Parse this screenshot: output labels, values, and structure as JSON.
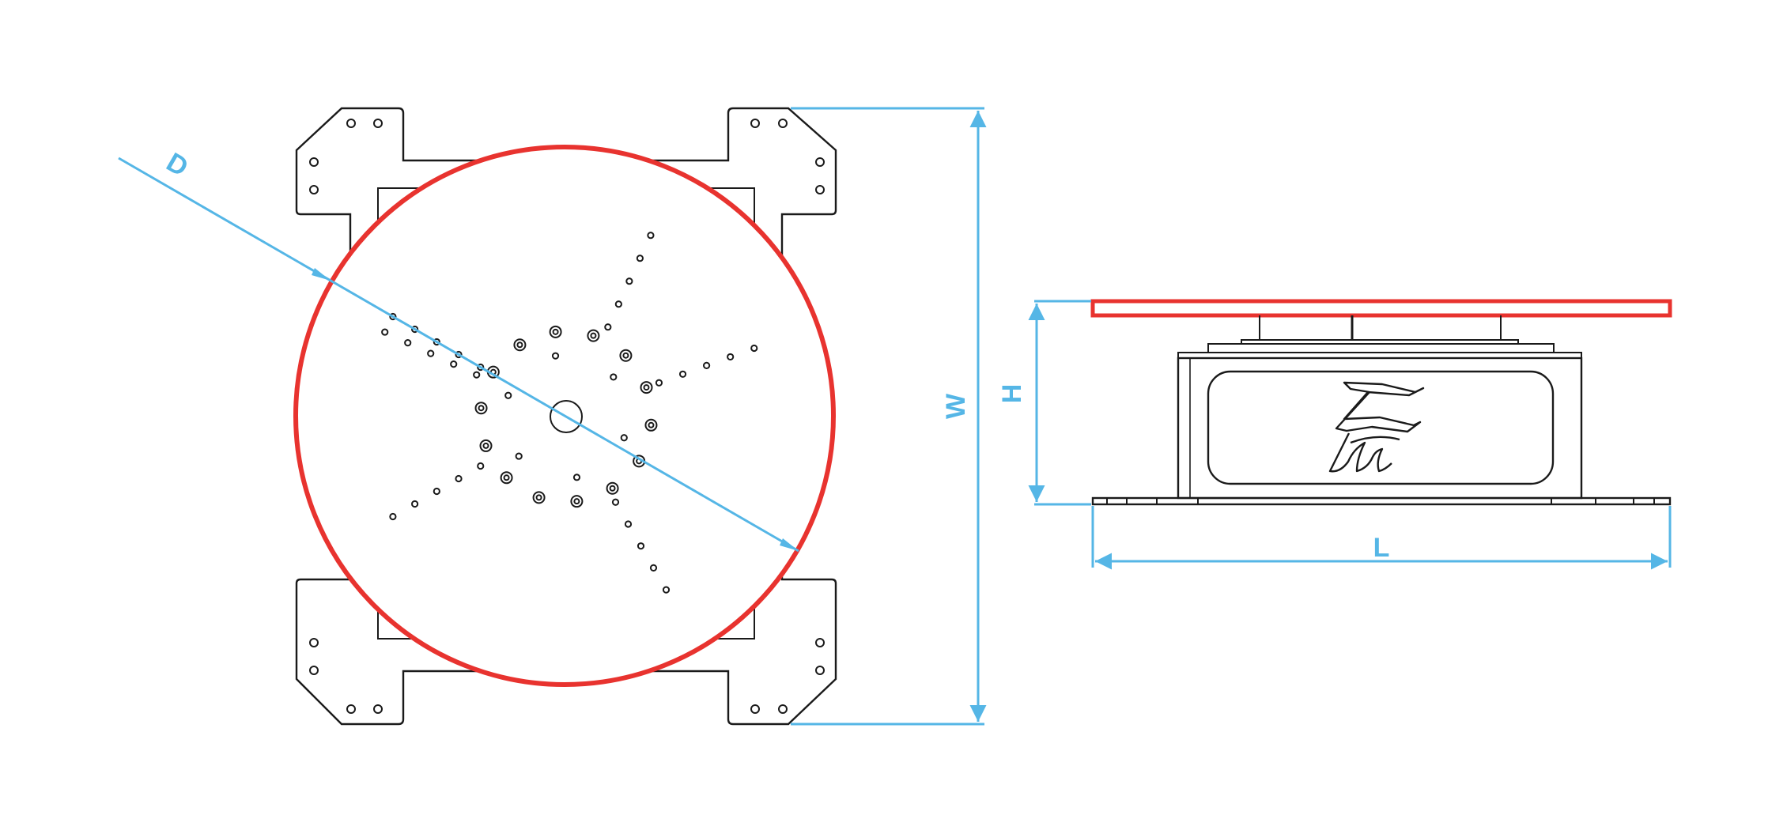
{
  "labels": {
    "diameter": "D",
    "width": "W",
    "height": "H",
    "length": "L"
  },
  "colors": {
    "outline": "#1a1a1a",
    "table_top": "#e8332f",
    "dimension": "#55b6e6",
    "background": "#ffffff"
  },
  "icons": {
    "logo": "tm-logo-icon"
  }
}
